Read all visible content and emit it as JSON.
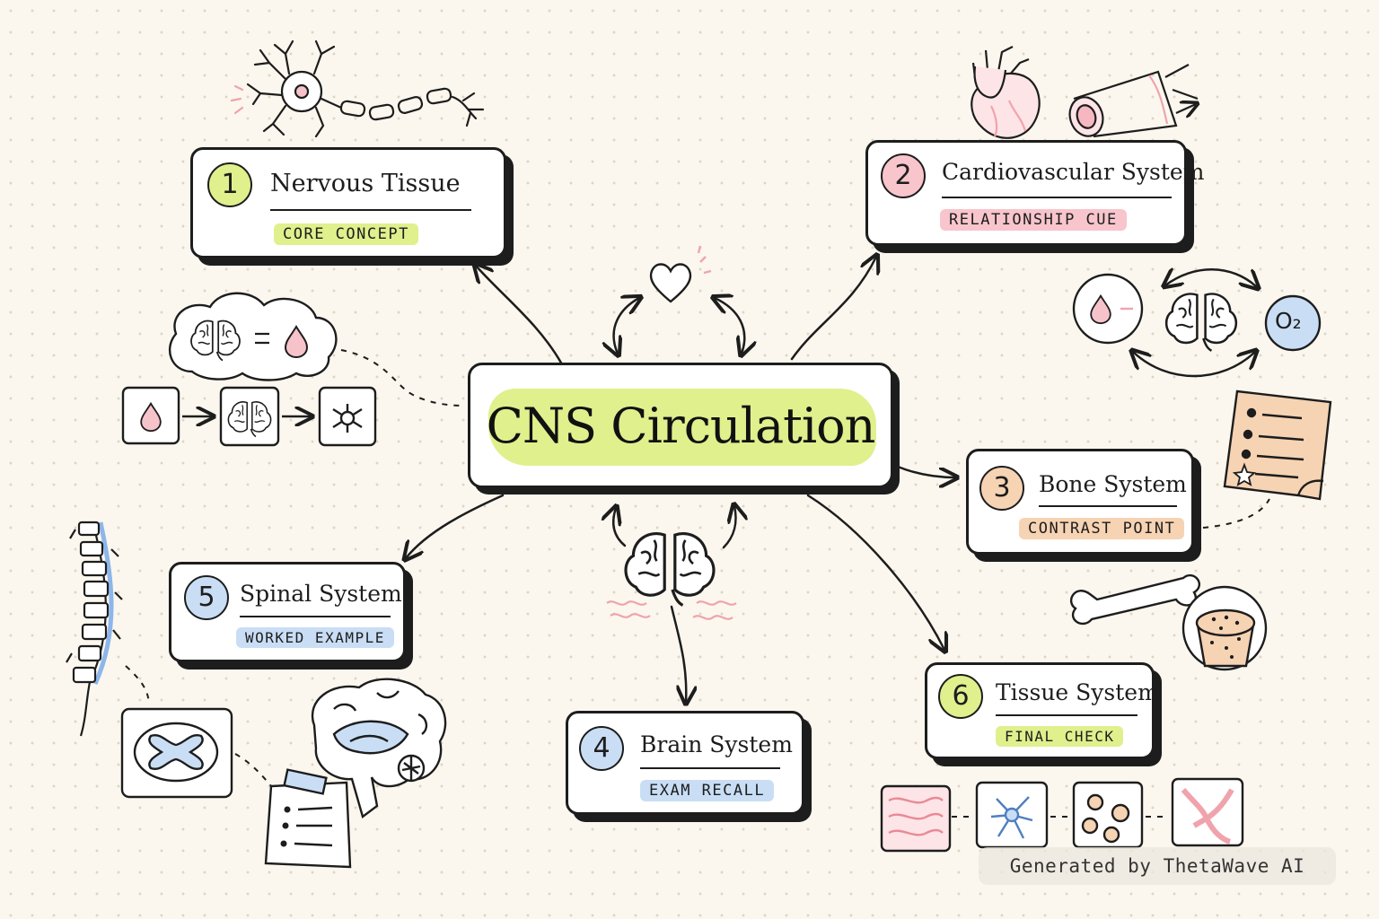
{
  "center": {
    "title": "CNS Circulation"
  },
  "nodes": [
    {
      "number": "1",
      "title": "Nervous Tissue",
      "tag": "CORE CONCEPT"
    },
    {
      "number": "2",
      "title": "Cardiovascular System",
      "tag": "RELATIONSHIP CUE"
    },
    {
      "number": "3",
      "title": "Bone System",
      "tag": "CONTRAST POINT"
    },
    {
      "number": "4",
      "title": "Brain System",
      "tag": "EXAM RECALL"
    },
    {
      "number": "5",
      "title": "Spinal System",
      "tag": "WORKED EXAMPLE"
    },
    {
      "number": "6",
      "title": "Tissue System",
      "tag": "FINAL CHECK"
    }
  ],
  "oxygen_label": "O₂",
  "footer": "Generated by ThetaWave AI",
  "colors": {
    "lime": "#dff08d",
    "pink": "#f8c5cc",
    "peach": "#f6d3b3",
    "blue": "#c9def5",
    "ink": "#1d1d1d",
    "background": "#fbf7ee"
  },
  "icons": [
    "neuron-icon",
    "heart-anatomy-icon",
    "blood-vessel-icon",
    "heart-icon",
    "brain-icon",
    "blood-drop-icon",
    "oxygen-icon",
    "notes-icon",
    "bone-icon",
    "bone-tissue-icon",
    "spine-icon",
    "spinal-cord-section-icon",
    "brain-sagittal-icon",
    "tissue-sample-icon",
    "star-icon"
  ]
}
